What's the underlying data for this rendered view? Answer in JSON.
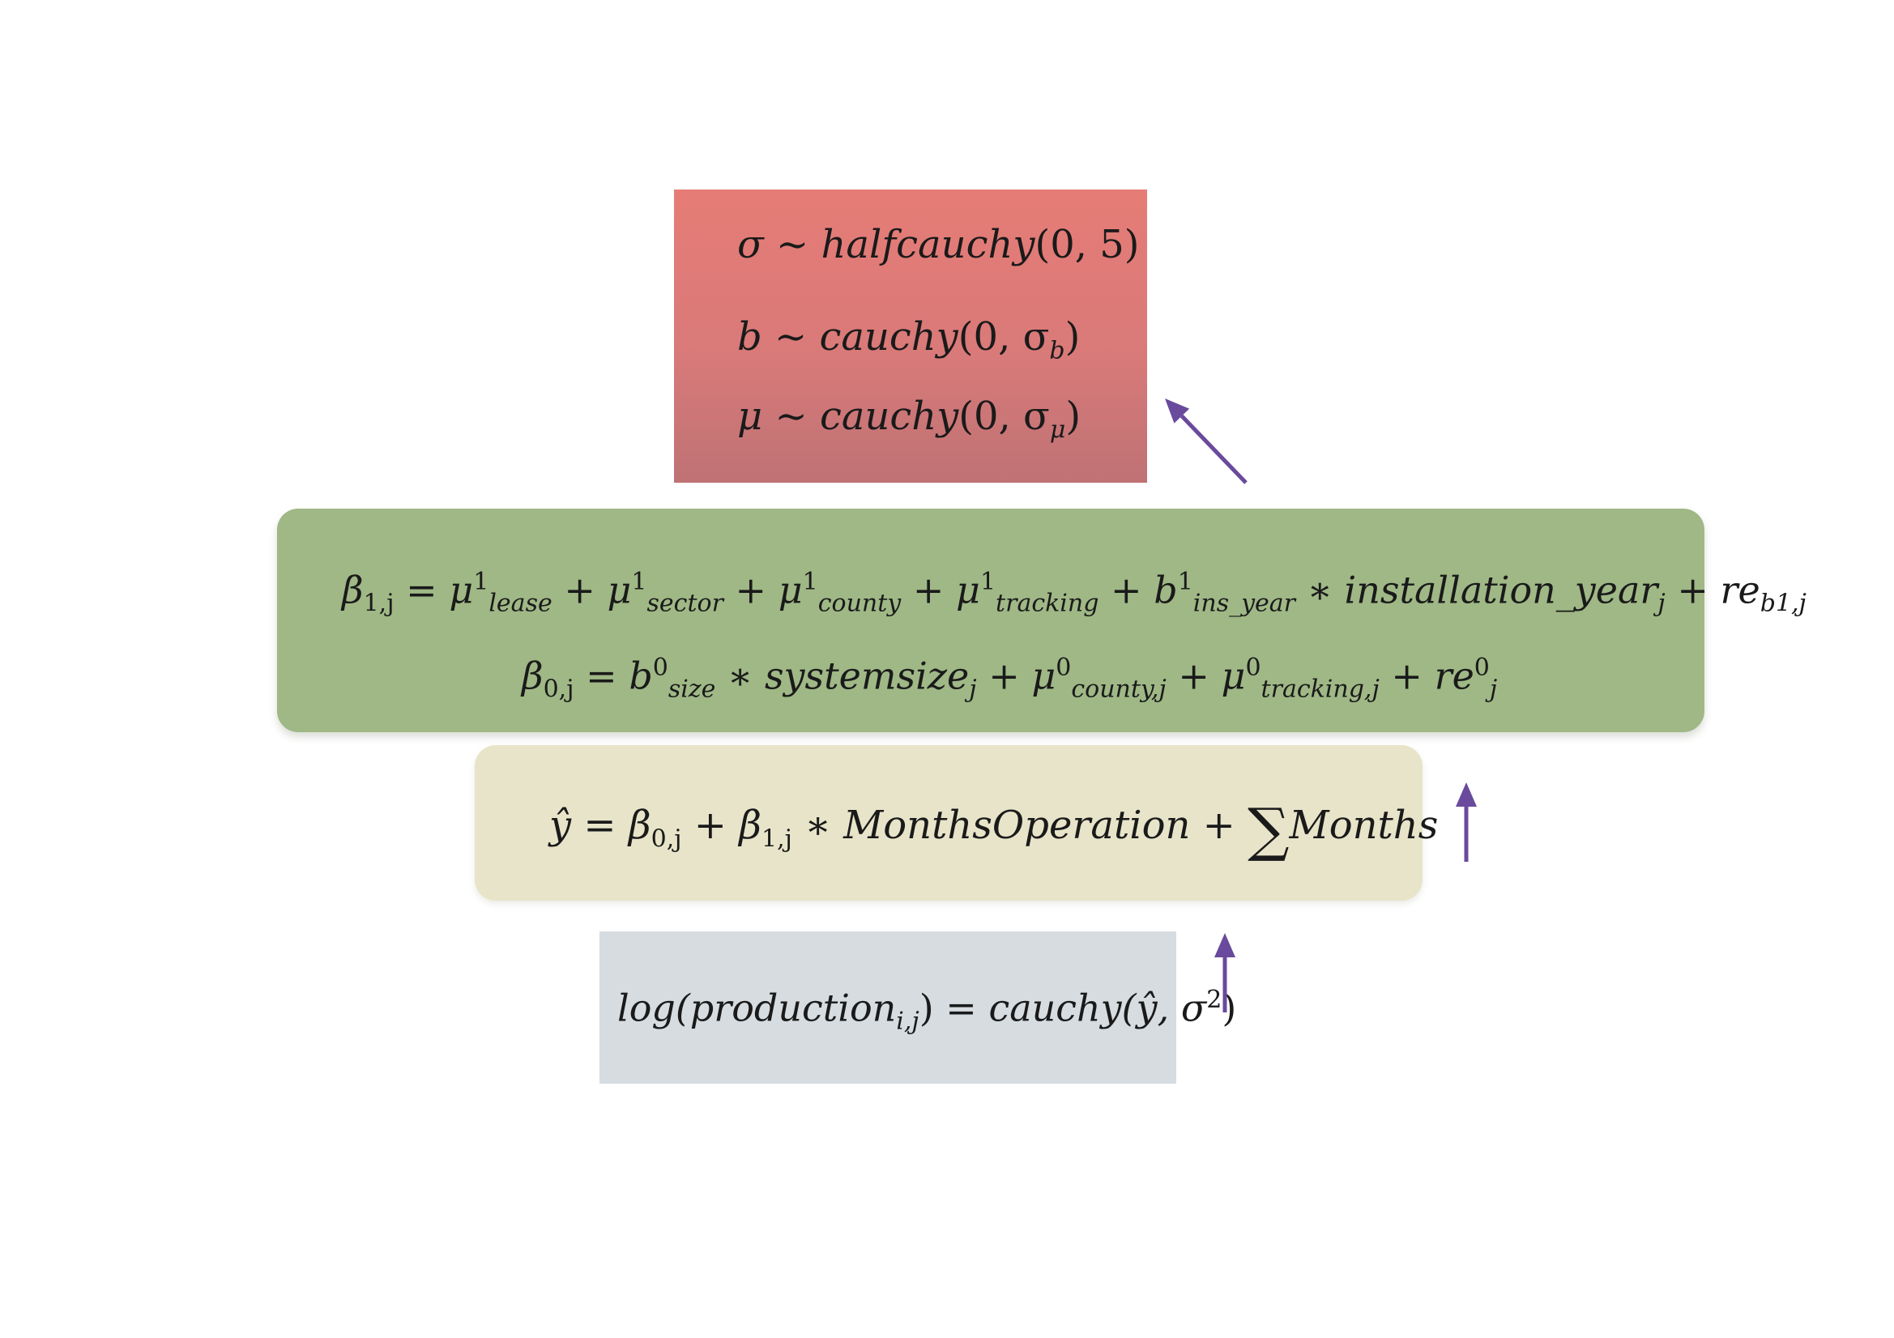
{
  "priors": {
    "line1": {
      "lhs": "σ",
      "op": " ∼ ",
      "fn": "halfcauchy",
      "args": "(0, 5)"
    },
    "line2": {
      "lhs": "b",
      "op": " ∼ ",
      "fn": "cauchy",
      "args_open": "(0, σ",
      "args_sub": "b",
      "args_close": ")"
    },
    "line3": {
      "lhs": "μ",
      "op": " ∼ ",
      "fn": "cauchy",
      "args_open": "(0, σ",
      "args_sub": "μ",
      "args_close": ")"
    }
  },
  "coefficients": {
    "beta1": {
      "lhs": "β",
      "lhs_sub": "1,j",
      "eq": " = ",
      "terms": [
        {
          "sym": "μ",
          "sup": "1",
          "sub": "lease"
        },
        {
          "sym": "μ",
          "sup": "1",
          "sub": "sector"
        },
        {
          "sym": "μ",
          "sup": "1",
          "sub": "county"
        },
        {
          "sym": "μ",
          "sup": "1",
          "sub": "tracking"
        },
        {
          "sym": "b",
          "sup": "1",
          "sub": "ins_year"
        }
      ],
      "plus": " + ",
      "times": " ∗ ",
      "covariate": "installation_year",
      "covariate_sub": "j",
      "re": "re",
      "re_sub": "b1,j"
    },
    "beta0": {
      "lhs": "β",
      "lhs_sub": "0,j",
      "eq": " = ",
      "b_sym": "b",
      "b_sup": "0",
      "b_sub": "size",
      "times": " ∗ ",
      "covariate": "systemsize",
      "covariate_sub": "j",
      "plus": " + ",
      "mu1": {
        "sym": "μ",
        "sup": "0",
        "sub": "county,j"
      },
      "mu2": {
        "sym": "μ",
        "sup": "0",
        "sub": "tracking,j"
      },
      "re": "re",
      "re_sup": "0",
      "re_sub": "j"
    }
  },
  "mean": {
    "lhs": "ŷ",
    "eq": " = ",
    "b0": "β",
    "b0_sub": "0,j",
    "plus": " + ",
    "b1": "β",
    "b1_sub": "1,j",
    "times": " ∗ ",
    "var": "MonthsOperation",
    "sum_symbol": "∑",
    "sum_var": "Months"
  },
  "likelihood": {
    "lhs_open": "log(production",
    "lhs_sub": "i,j",
    "lhs_close": ")",
    "eq": " = ",
    "rhs_open": "cauchy(ŷ, σ",
    "rhs_sup": "2",
    "rhs_close": ")"
  },
  "colors": {
    "priors_box": "#e07b77",
    "coef_box": "#9fb886",
    "mean_box": "#e7e4c9",
    "lik_box": "#d6dce0",
    "arrow": "#6a4a9c"
  }
}
